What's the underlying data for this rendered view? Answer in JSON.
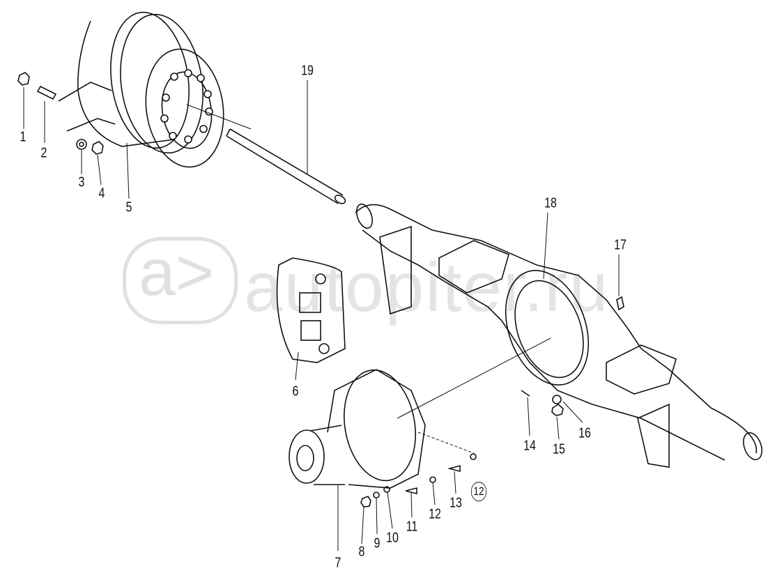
{
  "diagram": {
    "watermark": {
      "logo_text": "a>",
      "text": "autopiter.ru"
    },
    "part_labels": [
      {
        "id": "1",
        "text": "1"
      },
      {
        "id": "2",
        "text": "2"
      },
      {
        "id": "3",
        "text": "3"
      },
      {
        "id": "4",
        "text": "4"
      },
      {
        "id": "5",
        "text": "5"
      },
      {
        "id": "6",
        "text": "6"
      },
      {
        "id": "7",
        "text": "7"
      },
      {
        "id": "8",
        "text": "8"
      },
      {
        "id": "9",
        "text": "9"
      },
      {
        "id": "10",
        "text": "10"
      },
      {
        "id": "11",
        "text": "11"
      },
      {
        "id": "12",
        "text": "12"
      },
      {
        "id": "13",
        "text": "13"
      },
      {
        "id": "12c",
        "text": "12"
      },
      {
        "id": "14",
        "text": "14"
      },
      {
        "id": "15",
        "text": "15"
      },
      {
        "id": "16",
        "text": "16"
      },
      {
        "id": "17",
        "text": "17"
      },
      {
        "id": "18",
        "text": "18"
      },
      {
        "id": "19",
        "text": "19"
      }
    ]
  }
}
